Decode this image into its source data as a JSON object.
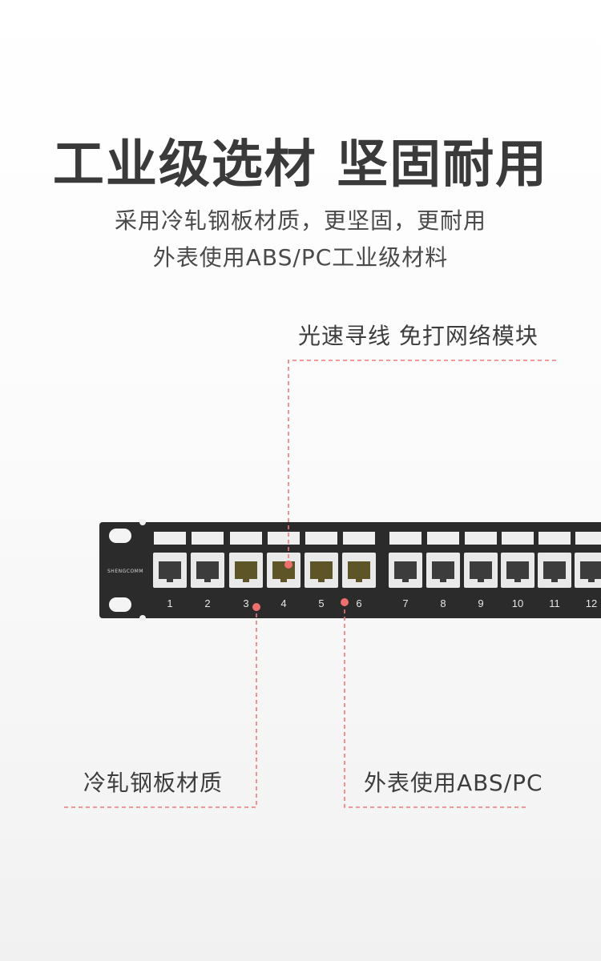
{
  "heading": {
    "title": "工业级选材 坚固耐用",
    "line1": "采用冷轧钢板材质，更坚固，更耐用",
    "line2": "外表使用ABS/PC工业级材料"
  },
  "callouts": {
    "top": "光速寻线 免打网络模块",
    "left": "冷轧钢板材质",
    "right": "外表使用ABS/PC"
  },
  "panel": {
    "brand": "SHENGCOMM",
    "ports": [
      {
        "num": "1",
        "jack": "dark"
      },
      {
        "num": "2",
        "jack": "dark"
      },
      {
        "num": "3",
        "jack": "gold"
      },
      {
        "num": "4",
        "jack": "gold"
      },
      {
        "num": "5",
        "jack": "gold"
      },
      {
        "num": "6",
        "jack": "gold"
      },
      {
        "num": "7",
        "jack": "dark"
      },
      {
        "num": "8",
        "jack": "dark"
      },
      {
        "num": "9",
        "jack": "dark"
      },
      {
        "num": "10",
        "jack": "dark"
      },
      {
        "num": "11",
        "jack": "dark"
      },
      {
        "num": "12",
        "jack": "dark"
      }
    ]
  },
  "colors": {
    "accent": "#ef6f6f",
    "panel": "#2b2b2c"
  }
}
